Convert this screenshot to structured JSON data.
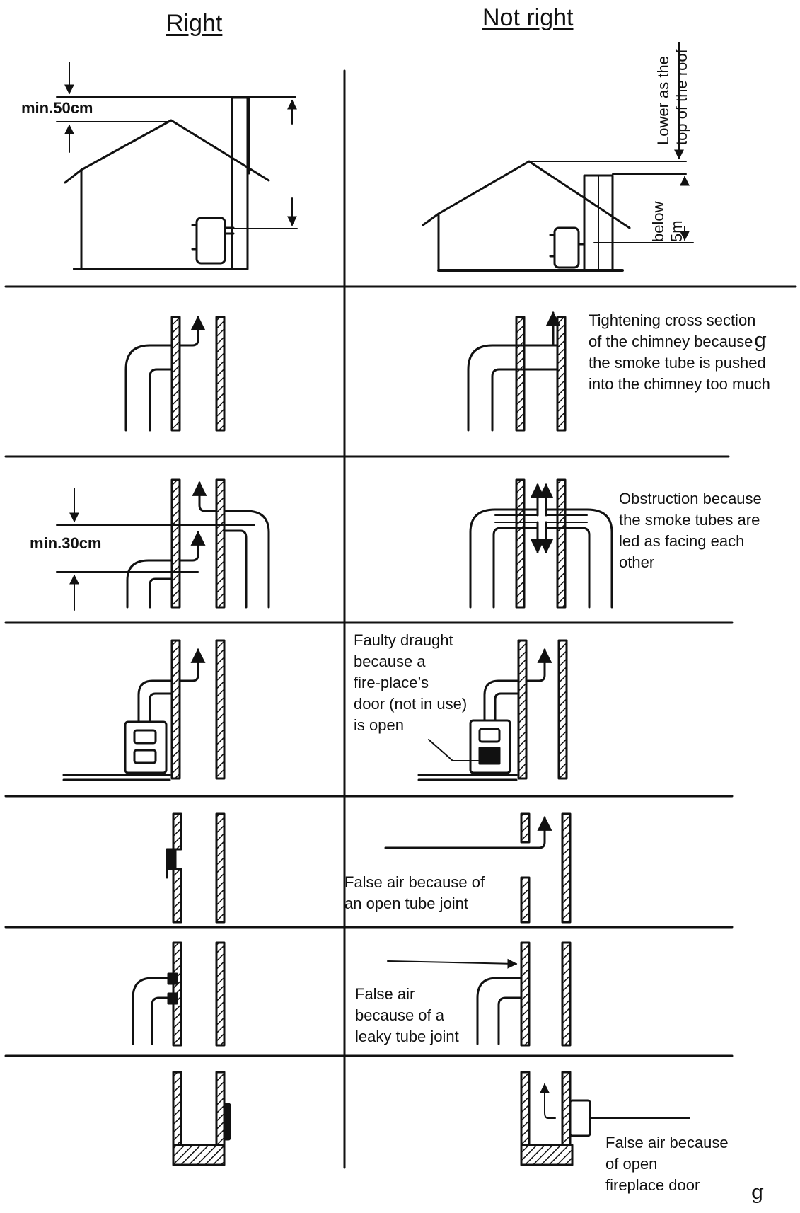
{
  "headers": {
    "right": "Right",
    "not_right": "Not right"
  },
  "dimensions": {
    "min_50cm": "min.50cm",
    "min_30cm": "min.30cm",
    "lower_roof": "Lower as the\ntop of the roof",
    "below_5m": "below\n5m"
  },
  "notes": {
    "tightening": "Tightening cross section\nof the chimney because\nthe smoke tube is pushed\ninto the chimney too much",
    "obstruction": "Obstruction because\nthe smoke tubes are\nled as facing each\nother",
    "faulty_draught": "Faulty draught\nbecause a\nfire-place’s\ndoor (not in use)\nis open",
    "false_air_open_joint": "False air because of\nan open tube joint",
    "false_air_leaky_joint": "False air\nbecause of a\nleaky tube joint",
    "false_air_fireplace": "False air because\nof open\nfireplace door"
  },
  "stray_marks": {
    "g1": "g",
    "g2": "g"
  }
}
